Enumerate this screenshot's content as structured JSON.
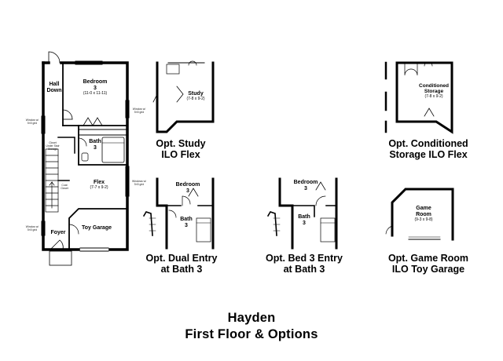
{
  "main_plan": {
    "rooms": {
      "hall": "Hall",
      "down": "Down",
      "bedroom": "Bedroom",
      "bedroom_num": "3",
      "bedroom_dim": "(11-0 x 11-11)",
      "bath": "Bath",
      "bath_num": "3",
      "flex": "Flex",
      "flex_dim": "(7-7 x 9-2)",
      "foyer": "Foyer",
      "toy_garage": "Toy Garage"
    },
    "notes": {
      "window_left_upper": "Window w/ 5×5 grid",
      "window_left_lower": "Window w/ 5×5 grid",
      "window_right_upper": "Window w/ 5×5 grid",
      "window_right_mid": "Windows w/ 5×5 grid",
      "closet_note": "Closet Under Stair Storage",
      "hall_note": "Coat Closet"
    }
  },
  "options": [
    {
      "rooms": [
        "Study",
        "(7-8 x 9-2)"
      ],
      "caption": [
        "Opt. Study",
        "ILO Flex"
      ]
    },
    {
      "rooms": [
        "Conditioned",
        "Storage",
        "(7-8 x 9-2)"
      ],
      "caption": [
        "Opt. Conditioned",
        "Storage ILO Flex"
      ]
    },
    {
      "rooms": [
        "Bedroom",
        "3",
        "Bath",
        "3"
      ],
      "caption": [
        "Opt. Dual Entry",
        "at Bath 3"
      ]
    },
    {
      "rooms": [
        "Bedroom",
        "3",
        "Bath",
        "3"
      ],
      "caption": [
        "Opt. Bed 3 Entry",
        "at Bath 3"
      ]
    },
    {
      "rooms": [
        "Game",
        "Room",
        "(9-3 x 9-8)"
      ],
      "caption": [
        "Opt. Game Room",
        "ILO Toy Garage"
      ]
    }
  ],
  "title": {
    "line1": "Hayden",
    "line2": "First Floor & Options"
  }
}
